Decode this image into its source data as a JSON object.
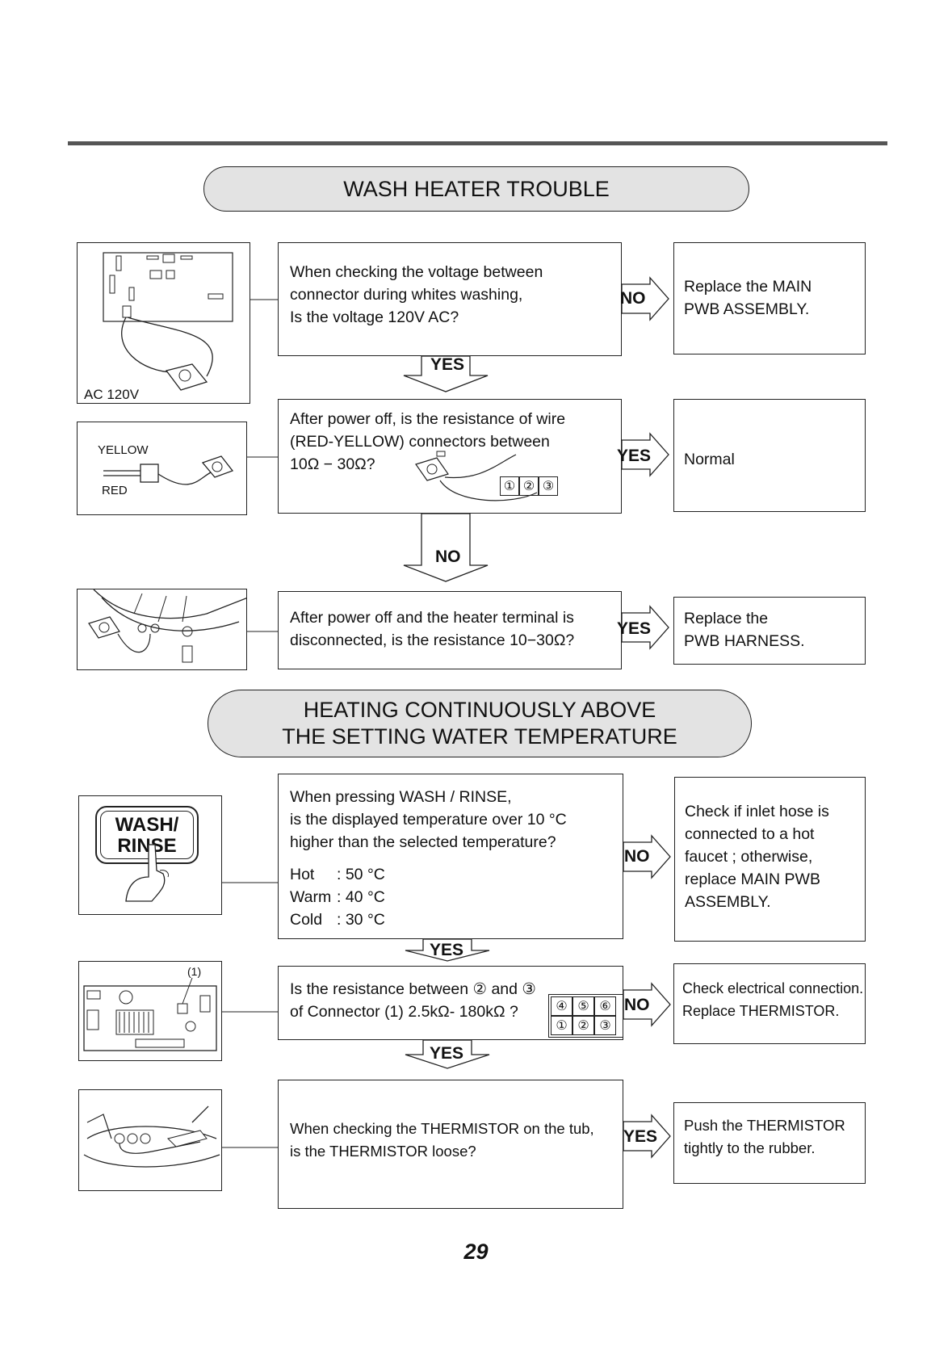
{
  "section1": {
    "title": "WASH HEATER TROUBLE",
    "step1": {
      "image_label": "AC 120V",
      "q_lines": [
        "When checking the voltage between",
        "connector during whites washing,",
        "Is the voltage 120V AC?"
      ],
      "no_label": "NO",
      "no_answer": [
        "Replace the MAIN",
        "PWB ASSEMBLY."
      ],
      "yes_label": "YES"
    },
    "step2": {
      "image_labels": [
        "YELLOW",
        "RED"
      ],
      "q_lines": [
        "After power off, is the resistance of wire",
        "(RED-YELLOW) connectors between",
        "10Ω − 30Ω?"
      ],
      "connector_pins": [
        "①",
        "②",
        "③"
      ],
      "yes_label": "YES",
      "yes_answer": [
        "Normal"
      ],
      "no_label": "NO"
    },
    "step3": {
      "q_lines": [
        "After power off and the heater terminal is",
        "disconnected, is the resistance 10−30Ω?"
      ],
      "yes_label": "YES",
      "yes_answer": [
        "Replace the",
        "PWB  HARNESS."
      ]
    }
  },
  "section2": {
    "title_lines": [
      "HEATING CONTINUOUSLY ABOVE",
      "THE SETTING WATER TEMPERATURE"
    ],
    "step1": {
      "button_label_lines": [
        "WASH/",
        "RINSE"
      ],
      "q_lines": [
        "When pressing WASH / RINSE,",
        "is the displayed temperature over 10 °C",
        "higher than the selected temperature?"
      ],
      "temps": [
        {
          "name": "Hot",
          "value": ": 50 °C"
        },
        {
          "name": "Warm",
          "value": ": 40 °C"
        },
        {
          "name": "Cold",
          "value": ": 30 °C"
        }
      ],
      "no_label": "NO",
      "no_answer": [
        "Check if inlet hose is",
        "connected to a hot",
        "faucet ; otherwise,",
        "replace MAIN PWB",
        "ASSEMBLY."
      ],
      "yes_label": "YES"
    },
    "step2": {
      "image_label": "(1)",
      "q_lines": [
        "Is the resistance between ② and ③",
        "of  Connector (1) 2.5kΩ- 180kΩ ?"
      ],
      "connector_top": [
        "④",
        "⑤",
        "⑥"
      ],
      "connector_bottom": [
        "①",
        "②",
        "③"
      ],
      "no_label": "NO",
      "no_answer": [
        "Check electrical connection.",
        "Replace THERMISTOR."
      ],
      "yes_label": "YES"
    },
    "step3": {
      "q_lines": [
        "When checking the THERMISTOR on the tub,",
        "is the THERMISTOR loose?"
      ],
      "yes_label": "YES",
      "yes_answer": [
        "Push the THERMISTOR",
        "tightly to the rubber."
      ]
    }
  },
  "page_number": "29"
}
